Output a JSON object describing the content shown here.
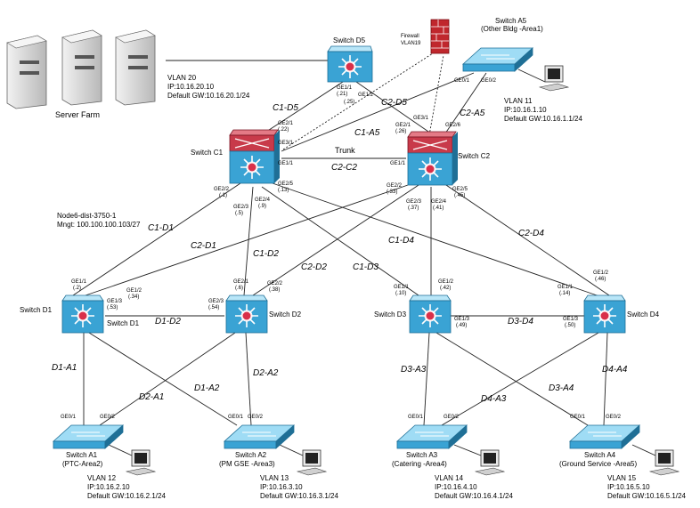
{
  "server_farm": {
    "caption": "Server Farm",
    "vlan": "VLAN 20",
    "ip": "IP:10.16.20.10",
    "gw": "Default GW:10.16.20.1/24"
  },
  "firewall": {
    "line1": "Firewall",
    "line2": "VLAN19"
  },
  "node_info": {
    "line1": "Node6-dist-3750-1",
    "line2": "Mngt: 100.100.100.103/27"
  },
  "switches": {
    "d5": {
      "name": "Switch D5",
      "p1": "GE1/1",
      "p1ip": "(.21)",
      "p2": "GE1/2",
      "p2ip": "(.25)"
    },
    "a5": {
      "name": "Switch A5",
      "subtitle": "(Other Bldg -Area1)",
      "p1": "GE0/1",
      "p2": "GE0/2"
    },
    "c1": {
      "name": "Switch C1",
      "ge21": "GE2/1",
      "ge21ip": "(.22)",
      "ge31": "GE3/1",
      "ge11": "GE1/1",
      "ge22": "GE2/2",
      "ge22ip": "(.1)",
      "ge23": "GE2/3",
      "ge23ip": "(.5)",
      "ge24": "GE2/4",
      "ge24ip": "(.9)",
      "ge25": "GE2/5",
      "ge25ip": "(.13)"
    },
    "c2": {
      "name": "Switch C2",
      "ge31": "GE3/1",
      "ge21": "GE2/1",
      "ge21ip": "(.26)",
      "ge26": "GE2/6",
      "ge11": "GE1/1",
      "ge22": "GE2/2",
      "ge22ip": "(.33)",
      "ge23": "GE2/3",
      "ge23ip": "(.37)",
      "ge24": "GE2/4",
      "ge24ip": "(.41)",
      "ge25": "GE2/5",
      "ge25ip": "(.45)"
    },
    "d1": {
      "name": "Switch D1",
      "inner": "Switch D1",
      "ge11": "GE1/1",
      "ge11ip": "(.2)",
      "ge12": "GE1/2",
      "ge12ip": "(.34)",
      "ge13": "GE1/3",
      "ge13ip": "(.53)"
    },
    "d2": {
      "name": "Switch D2",
      "ge21": "GE2/1",
      "ge21ip": "(.6)",
      "ge22": "GE2/2",
      "ge22ip": "(.38)",
      "ge23": "GE2/3",
      "ge23ip": "(.54)"
    },
    "d3": {
      "name": "Switch D3",
      "ge11": "GE1/1",
      "ge11ip": "(.10)",
      "ge12": "GE1/2",
      "ge12ip": "(.42)",
      "ge13": "GE1/3",
      "ge13ip": "(.49)"
    },
    "d4": {
      "name": "Switch D4",
      "ge11": "GE1/1",
      "ge11ip": "(.14)",
      "ge12": "GE1/2",
      "ge12ip": "(.46)",
      "ge13": "GE1/3",
      "ge13ip": "(.50)"
    },
    "a1": {
      "name": "Switch A1",
      "subtitle": "(PTC-Area2)",
      "p1": "GE0/1",
      "p2": "GE0/2"
    },
    "a2": {
      "name": "Switch A2",
      "subtitle": "(PM GSE -Area3)",
      "p1": "GE0/1",
      "p2": "GE0/2"
    },
    "a3": {
      "name": "Switch A3",
      "subtitle": "(Catering -Area4)",
      "p1": "GE0/1",
      "p2": "GE0/2"
    },
    "a4": {
      "name": "Switch A4",
      "subtitle": "(Ground Service -Area5)",
      "p1": "GE0/1",
      "p2": "GE0/2"
    }
  },
  "links": {
    "c1d5": "C1-D5",
    "c2d5": "C2-D5",
    "c1a5": "C1-A5",
    "c2a5": "C2-A5",
    "trunk": "Trunk",
    "c2c2": "C2-C2",
    "c1d1": "C1-D1",
    "c2d1": "C2-D1",
    "c1d2": "C1-D2",
    "c2d2": "C2-D2",
    "c1d3": "C1-D3",
    "c1d4": "C1-D4",
    "c2d4": "C2-D4",
    "d1d2": "D1-D2",
    "d3d4": "D3-D4",
    "d1a1": "D1-A1",
    "d2a1": "D2-A1",
    "d1a2": "D1-A2",
    "d2a2": "D2-A2",
    "d3a3": "D3-A3",
    "d4a3": "D4-A3",
    "d3a4": "D3-A4",
    "d4a4": "D4-A4"
  },
  "hosts": {
    "a5": {
      "vlan": "VLAN 11",
      "ip": "IP:10.16.1.10",
      "gw": "Default GW:10.16.1.1/24"
    },
    "a1": {
      "vlan": "VLAN 12",
      "ip": "IP:10.16.2.10",
      "gw": "Default GW:10.16.2.1/24"
    },
    "a2": {
      "vlan": "VLAN 13",
      "ip": "IP:10.16.3.10",
      "gw": "Default GW:10.16.3.1/24"
    },
    "a3": {
      "vlan": "VLAN 14",
      "ip": "IP:10.16.4.10",
      "gw": "Default GW:10.16.4.1/24"
    },
    "a4": {
      "vlan": "VLAN 15",
      "ip": "IP:10.16.5.10",
      "gw": "Default GW:10.16.5.1/24"
    }
  },
  "colors": {
    "switch_blue": "#3aa3d4",
    "switch_dark": "#1f6f96",
    "core_red": "#c83a4a",
    "firewall_red": "#c0272d",
    "server_gray": "#d8d8d8"
  }
}
